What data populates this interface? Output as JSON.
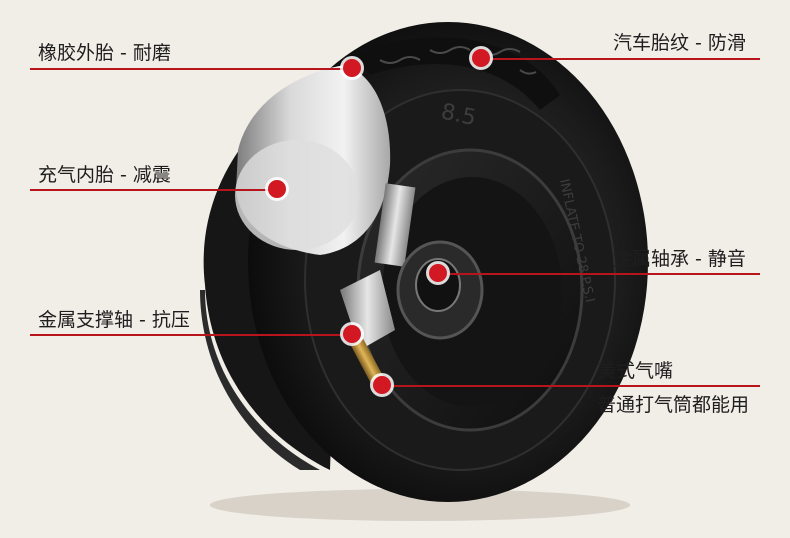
{
  "callouts": {
    "outer_tire": "橡胶外胎 - 耐磨",
    "tread": "汽车胎纹 - 防滑",
    "inner_tube": "充气内胎 - 减震",
    "bearing": "金属轴承 - 静音",
    "support_shaft": "金属支撑轴 - 抗压",
    "valve_line1": "美式气嘴",
    "valve_line2": "普通打气筒都能用"
  },
  "sidewall_text": {
    "size": "8.5",
    "inflate": "INFLATE TO 28 P.S.I"
  },
  "colors": {
    "background": "#f1ede7",
    "accent_red": "#d21822",
    "line_red": "#b8141c",
    "rubber": "#1b1b1b"
  }
}
